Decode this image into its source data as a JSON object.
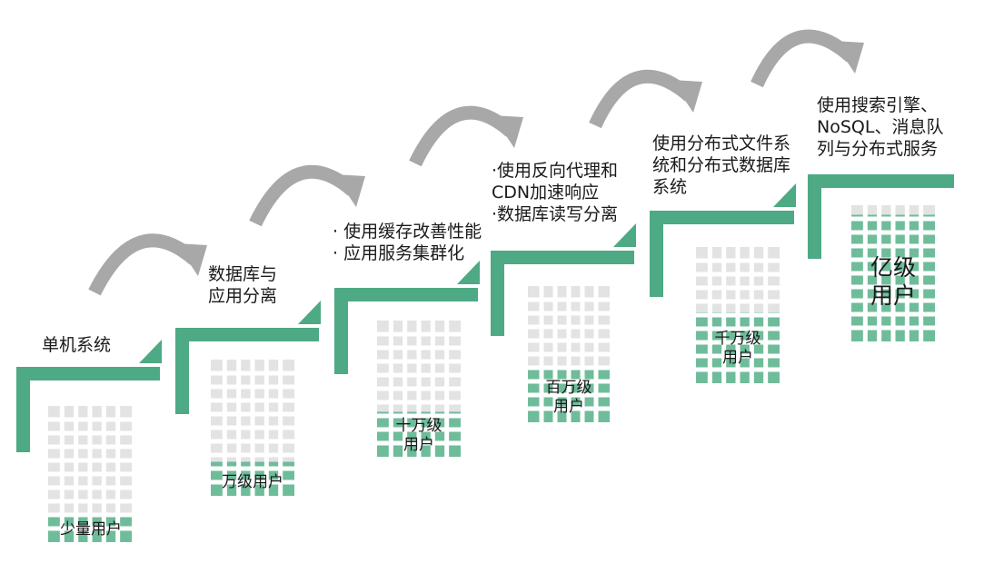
{
  "colors": {
    "green": "#4daa84",
    "fill_green": "#6fbc9b",
    "grid_grey": "#e3e3e3",
    "grid_white": "#ffffff",
    "arrow_grey": "#a8a8a8",
    "text": "#1a1a1a"
  },
  "stages": [
    {
      "id": "stage-1",
      "desc_lines": [
        "单机系统"
      ],
      "users_lines": [
        "少量用户"
      ],
      "fill_fraction": 0.2
    },
    {
      "id": "stage-2",
      "desc_lines": [
        "数据库与",
        "应用分离"
      ],
      "users_lines": [
        "万级用户"
      ],
      "fill_fraction": 0.25
    },
    {
      "id": "stage-3",
      "desc_lines": [
        "· 使用缓存改善性能",
        "· 应用服务集群化"
      ],
      "users_lines": [
        "十万级",
        "用户"
      ],
      "fill_fraction": 0.33
    },
    {
      "id": "stage-4",
      "desc_lines": [
        "·使用反向代理和",
        " CDN加速响应",
        "·数据库读写分离"
      ],
      "users_lines": [
        "百万级",
        "用户"
      ],
      "fill_fraction": 0.4
    },
    {
      "id": "stage-5",
      "desc_lines": [
        "使用分布式文件系",
        "统和分布式数据库",
        "系统"
      ],
      "users_lines": [
        "千万级",
        "用户"
      ],
      "fill_fraction": 0.52
    },
    {
      "id": "stage-6",
      "desc_lines": [
        "使用搜索引擎、",
        "NoSQL、消息队",
        "列与分布式服务"
      ],
      "users_lines": [
        "亿级",
        "用户"
      ],
      "fill_fraction": 0.93
    }
  ]
}
